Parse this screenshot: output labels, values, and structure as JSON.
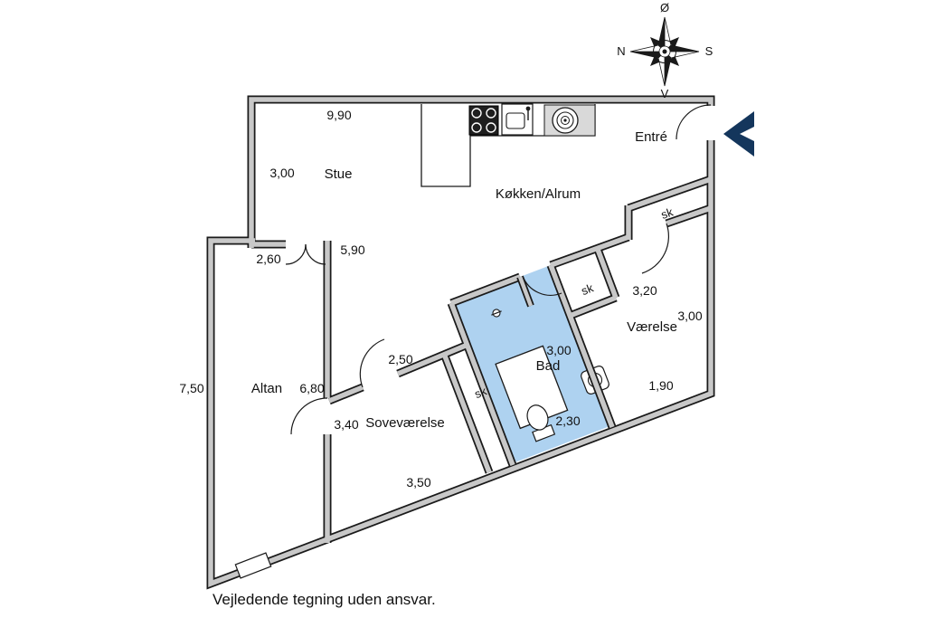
{
  "colors": {
    "wall_fill": "#c8c8c8",
    "wall_outline": "#1a1a1a",
    "bath_fill": "#aed2f0",
    "logo_navy": "#14365c"
  },
  "compass": {
    "east": "Ø",
    "north": "N",
    "south": "S",
    "west": "V"
  },
  "rooms": {
    "stue": "Stue",
    "kokken": "Køkken/Alrum",
    "entre": "Entré",
    "vaerelse": "Værelse",
    "bad": "Bad",
    "sovevaerelse": "Soveværelse",
    "altan": "Altan"
  },
  "closets": {
    "entre_sk": "sk",
    "vaerelse_sk": "sk",
    "sovevaerelse_sk": "sk"
  },
  "dims": {
    "stue_width": "9,90",
    "stue_height": "3,00",
    "altan_width": "2,60",
    "hall_width": "5,90",
    "vaerelse_top": "3,20",
    "vaerelse_right": "3,00",
    "hall_door": "2,50",
    "bad_width": "3,00",
    "altan_left": "7,50",
    "altan_right": "6,80",
    "sovevaerelse_left": "3,40",
    "vaerelse_bottom": "1,90",
    "bad_bottom": "2,30",
    "sovevaerelse_bottom": "3,50"
  },
  "footer": {
    "disclaimer": "Vejledende tegning uden ansvar."
  }
}
